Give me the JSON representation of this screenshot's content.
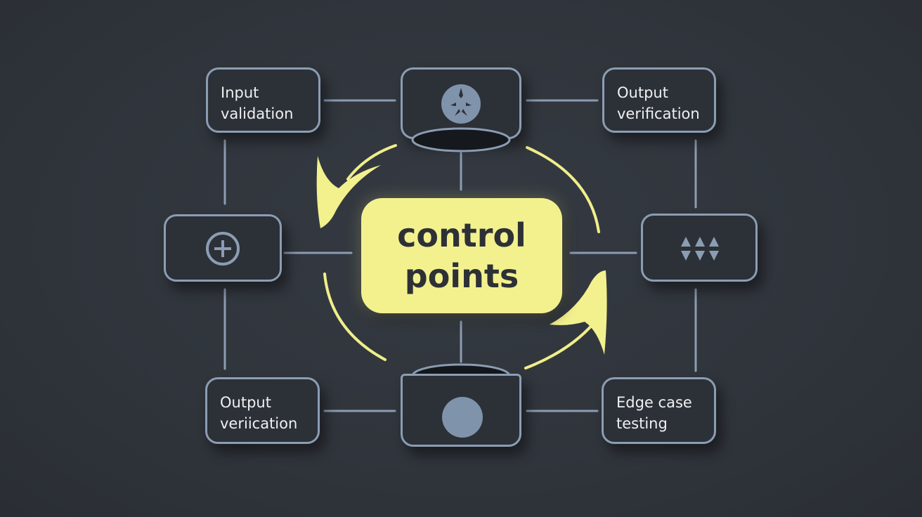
{
  "center": {
    "line1": "control",
    "line2": "points"
  },
  "nodes": {
    "top_left": {
      "line1": "Input",
      "line2": "validation"
    },
    "top_right": {
      "line1": "Output",
      "line2": "verification"
    },
    "bottom_left": {
      "line1": "Output",
      "line2": "veriication"
    },
    "bottom_right": {
      "line1": "Edge case",
      "line2": "testing"
    }
  },
  "icons": {
    "top_center": "sparkle-circle-icon",
    "mid_left": "plus-circle-icon",
    "mid_right": "wave-triangles-icon",
    "bottom_center": "filled-circle-icon"
  },
  "colors": {
    "background": "#30353c",
    "node_border": "#8b9db3",
    "accent_yellow": "#f3f18e",
    "text_light": "#eef0f2",
    "text_dark": "#2d3136"
  }
}
